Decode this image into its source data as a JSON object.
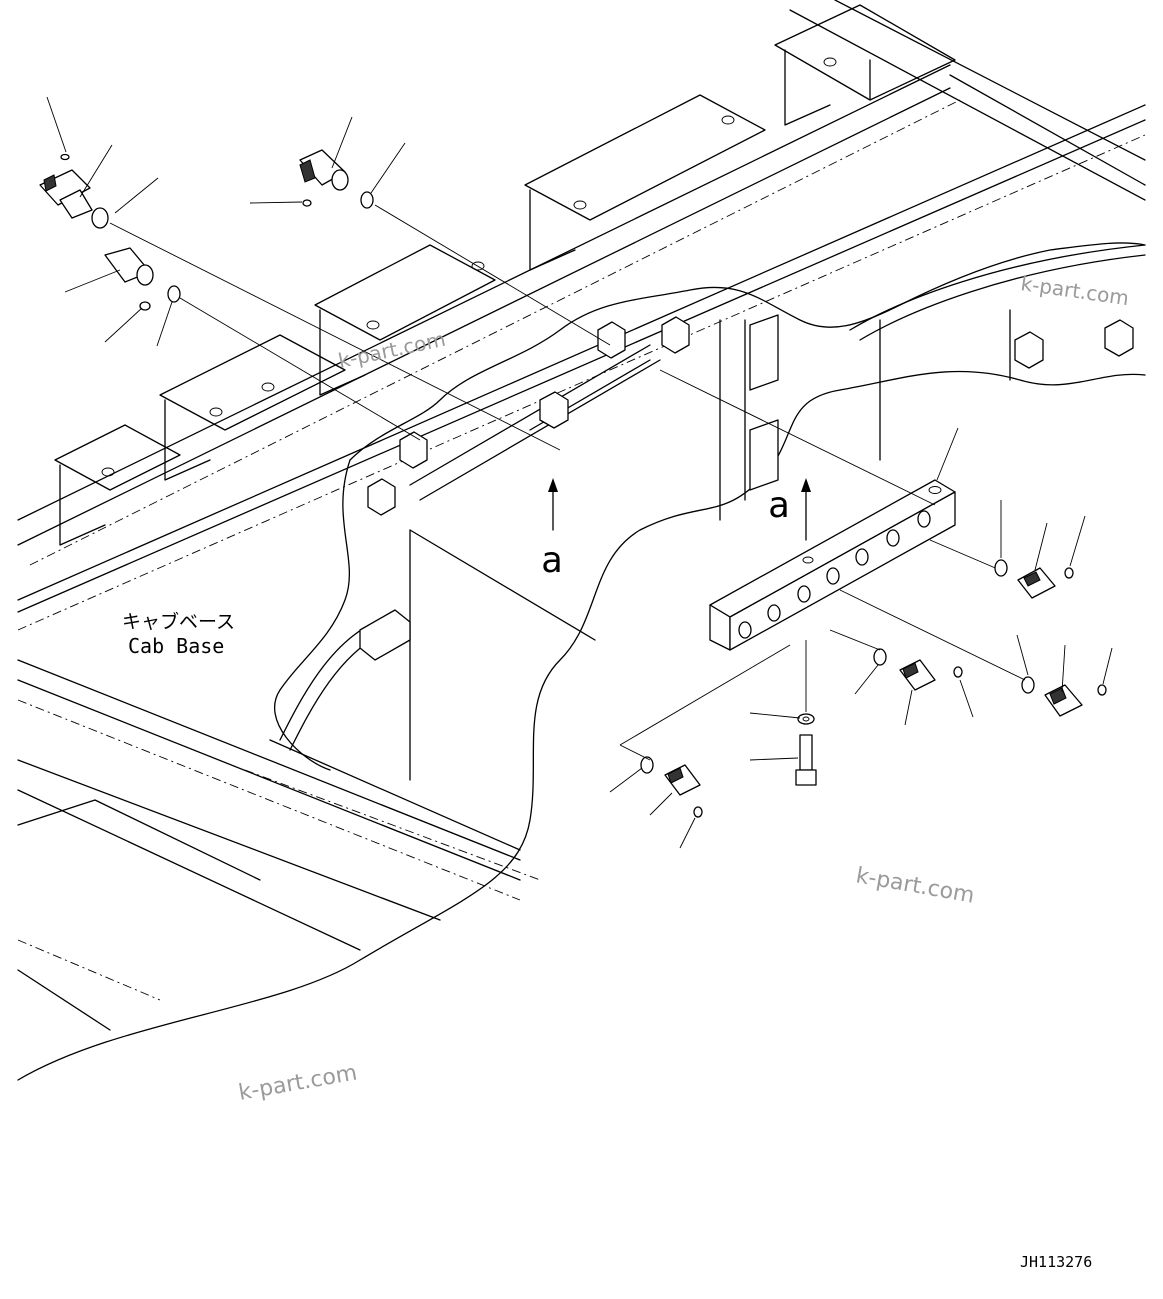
{
  "labels": {
    "section_marker_left": "a",
    "section_marker_right": "a",
    "cab_base_jp": "キャブベース",
    "cab_base_en": "Cab Base"
  },
  "drawing_number": "JH113276",
  "watermarks": [
    "k-part.com",
    "k-part.com",
    "k-part.com",
    "k-part.com"
  ]
}
